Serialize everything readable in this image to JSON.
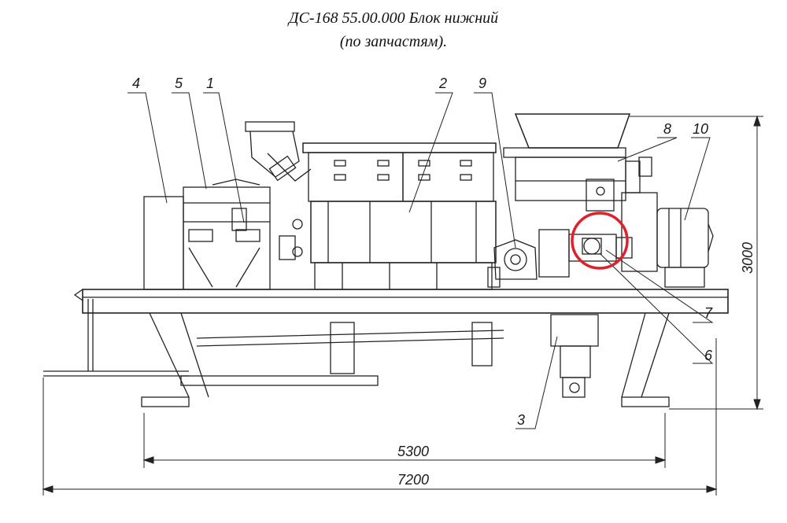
{
  "title": {
    "line1": "ДС-168 55.00.000 Блок нижний",
    "line2": "(по запчастям)."
  },
  "callouts": {
    "c1": "1",
    "c2": "2",
    "c3": "3",
    "c4": "4",
    "c5": "5",
    "c6": "6",
    "c7": "7",
    "c8": "8",
    "c9": "9",
    "c10": "10"
  },
  "dimensions": {
    "width_inner": "5300",
    "width_total": "7200",
    "height": "3000"
  },
  "highlight": {
    "color": "#e0202a",
    "target": "7"
  }
}
